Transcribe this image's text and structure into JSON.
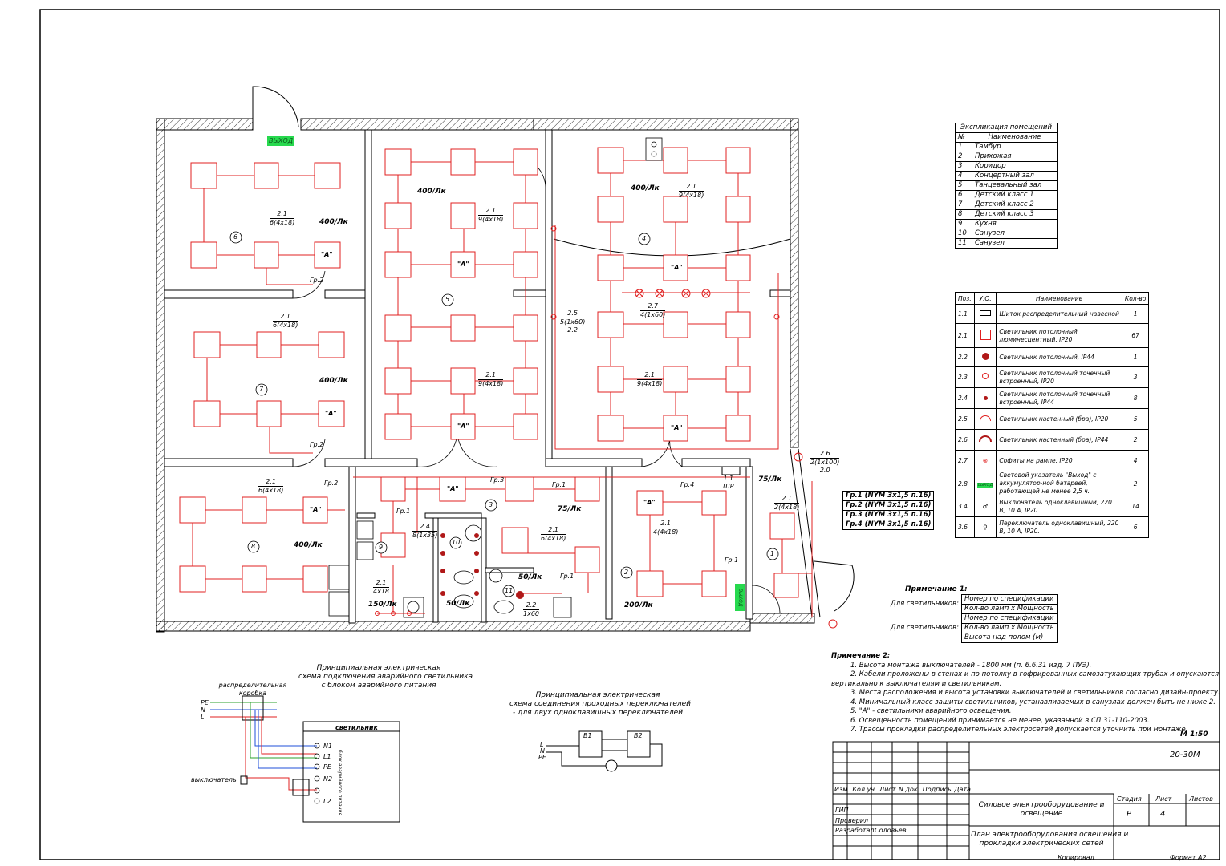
{
  "colors": {
    "wiring": "#e02020",
    "walls": "#000000",
    "exit_sign": "#27d94e",
    "wire_pe": "#2ca02c",
    "wire_n": "#1f4fd8"
  },
  "plan": {
    "exit_sign": "ВЫХОД",
    "room_numbers": [
      "1",
      "2",
      "3",
      "4",
      "5",
      "6",
      "7",
      "8",
      "9",
      "10",
      "11"
    ],
    "lux": {
      "r6": "400/Лк",
      "r7": "400/Лк",
      "r8": "400/Лк",
      "r5": "400/Лк",
      "r4": "400/Лк",
      "r3": "75/Лк",
      "r2": "200/Лк",
      "r1": "75/Лк",
      "r9": "150/Лк",
      "r10": "50/Лк",
      "r11": "50/Лк"
    },
    "fixture_labels": {
      "r6": [
        "2.1",
        "6(4х18)"
      ],
      "r7": [
        "2.1",
        "6(4х18)"
      ],
      "r8": [
        "2.1",
        "6(4х18)"
      ],
      "r5a": [
        "2.1",
        "9(4х18)"
      ],
      "r5b": [
        "2.1",
        "9(4х18)"
      ],
      "r5c": [
        "2.5",
        "5(1х60)",
        "2.2"
      ],
      "r4a": [
        "2.1",
        "9(4х18)"
      ],
      "r4b": [
        "2.1",
        "9(4х18)"
      ],
      "r4c": [
        "2.7",
        "4(1х60)"
      ],
      "r3": [
        "2.1",
        "6(4х18)"
      ],
      "r2": [
        "2.1",
        "4(4х18)"
      ],
      "r1": [
        "2.1",
        "2(4х18)"
      ],
      "r9": [
        "2.1",
        "4х18"
      ],
      "r10": [
        "2.4",
        "8(1х35)"
      ],
      "r11": [
        "2.2",
        "1х60"
      ],
      "wall": [
        "2.6",
        "2(1х100)",
        "2.0"
      ],
      "panel": [
        "1.1",
        "ЩР"
      ]
    },
    "emergency": "\"А\"",
    "groups": {
      "g1": "Гр.1",
      "g2": "Гр.2",
      "g3": "Гр.3",
      "g4": "Гр.4"
    }
  },
  "rooms_table": {
    "title": "Экспликация помещений",
    "headers": [
      "№",
      "Наименование"
    ],
    "rows": [
      [
        "1",
        "Тамбур"
      ],
      [
        "2",
        "Прихожая"
      ],
      [
        "3",
        "Коридор"
      ],
      [
        "4",
        "Концертный зал"
      ],
      [
        "5",
        "Танцевальный зал"
      ],
      [
        "6",
        "Детский класс 1"
      ],
      [
        "7",
        "Детский класс 2"
      ],
      [
        "8",
        "Детский класс 3"
      ],
      [
        "9",
        "Кухня"
      ],
      [
        "10",
        "Санузел"
      ],
      [
        "11",
        "Санузел"
      ]
    ]
  },
  "spec_table": {
    "headers": [
      "Поз.",
      "У.О.",
      "Наименование",
      "Кол-во"
    ],
    "rows": [
      [
        "1.1",
        "Щиток распределительный навесной",
        "1"
      ],
      [
        "2.1",
        "Светильник потолочный люминесцентный, IP20",
        "67"
      ],
      [
        "2.2",
        "Светильник потолочный, IP44",
        "1"
      ],
      [
        "2.3",
        "Светильник потолочный точечный встроенный, IP20",
        "3"
      ],
      [
        "2.4",
        "Светильник потолочный точечный встроенный, IP44",
        "8"
      ],
      [
        "2.5",
        "Светильник настенный (бра), IP20",
        "5"
      ],
      [
        "2.6",
        "Светильник настенный (бра), IP44",
        "2"
      ],
      [
        "2.7",
        "Софиты на рампе, IP20",
        "4"
      ],
      [
        "2.8",
        "Световой указатель \"Выход\" с аккумулятор-ной батареей, работающей не менее 2,5 ч.",
        "2"
      ],
      [
        "3.4",
        "Выключатель одноклавишный, 220 В, 10 А, IP20.",
        "14"
      ],
      [
        "3.6",
        "Переключатель одноклавишный, 220 В, 10 А, IP20.",
        "6"
      ]
    ],
    "exit_icon_text": "ВЫХОД"
  },
  "groups_table": [
    "Гр.1 (NYM 3х1,5 п.16)",
    "Гр.2 (NYM 3х1,5 п.16)",
    "Гр.3 (NYM 3х1,5 п.16)",
    "Гр.4 (NYM 3х1,5 п.16)"
  ],
  "note1": {
    "title": "Примечание 1:",
    "label": "Для светильников:",
    "a": [
      "Номер по спецификации",
      "Кол-во ламп х Мощность"
    ],
    "b": [
      "Номер по спецификации",
      "Кол-во ламп х Мощность",
      "Высота над полом (м)"
    ]
  },
  "note2": {
    "title": "Примечание 2:",
    "lines": [
      "1. Высота монтажа выключателей - 1800 мм (п. 6.6.31 изд. 7 ПУЭ).",
      "2. Кабели проложены в стенах и по потолку в гофрированных самозатухающих трубах и опускаются",
      "вертикально к выключателям и светильникам.",
      "3. Места расположения и высота установки выключателей и светильников согласно дизайн-проекту.",
      "4. Минимальный класс защиты светильников, устанавливаемых в санузлах должен быть не ниже 2.",
      "5. \"А\" - светильники аварийного освещения.",
      "6. Освещенность помещений принимается не менее, указанной в СП 31-110-2003.",
      "7. Трассы прокладки распределительных электросетей допускается уточнить при монтаже."
    ]
  },
  "scale": "М 1:50",
  "schema1": {
    "title": [
      "Принципиальная электрическая",
      "схема подключения аварийного светильника",
      "с блоком аварийного питания"
    ],
    "box": [
      "распределительная",
      "коробка"
    ],
    "lines": [
      "PE",
      "N",
      "L"
    ],
    "lamp": "светильник",
    "terminals": [
      "N1",
      "L1",
      "PE",
      "N2",
      "L2"
    ],
    "block": "блок аварийного питания",
    "switch": "выключатель"
  },
  "schema2": {
    "title": [
      "Принципиальная электрическая",
      "схема соединения проходных переключателей",
      "- для двух одноклавишных переключателей"
    ],
    "switches": [
      "В1",
      "В2"
    ],
    "lines": [
      "L",
      "N",
      "PE"
    ]
  },
  "stamp": {
    "code": "20-30М",
    "cols": [
      "Изм.",
      "Кол.уч.",
      "Лист",
      "N док.",
      "Подпись",
      "Дата"
    ],
    "roles": [
      "ГИП",
      "Проверил",
      "Разработал"
    ],
    "developer": "Соловьев",
    "title": [
      "Силовое электрооборудование и",
      "освещение"
    ],
    "sheet_title": [
      "План электрооборудования освещения и",
      "прокладки электрических сетей"
    ],
    "stage_headers": [
      "Стадия",
      "Лист",
      "Листов"
    ],
    "stage": "Р",
    "sheet": "4",
    "copied": "Копировал",
    "format": "Формат А2"
  }
}
